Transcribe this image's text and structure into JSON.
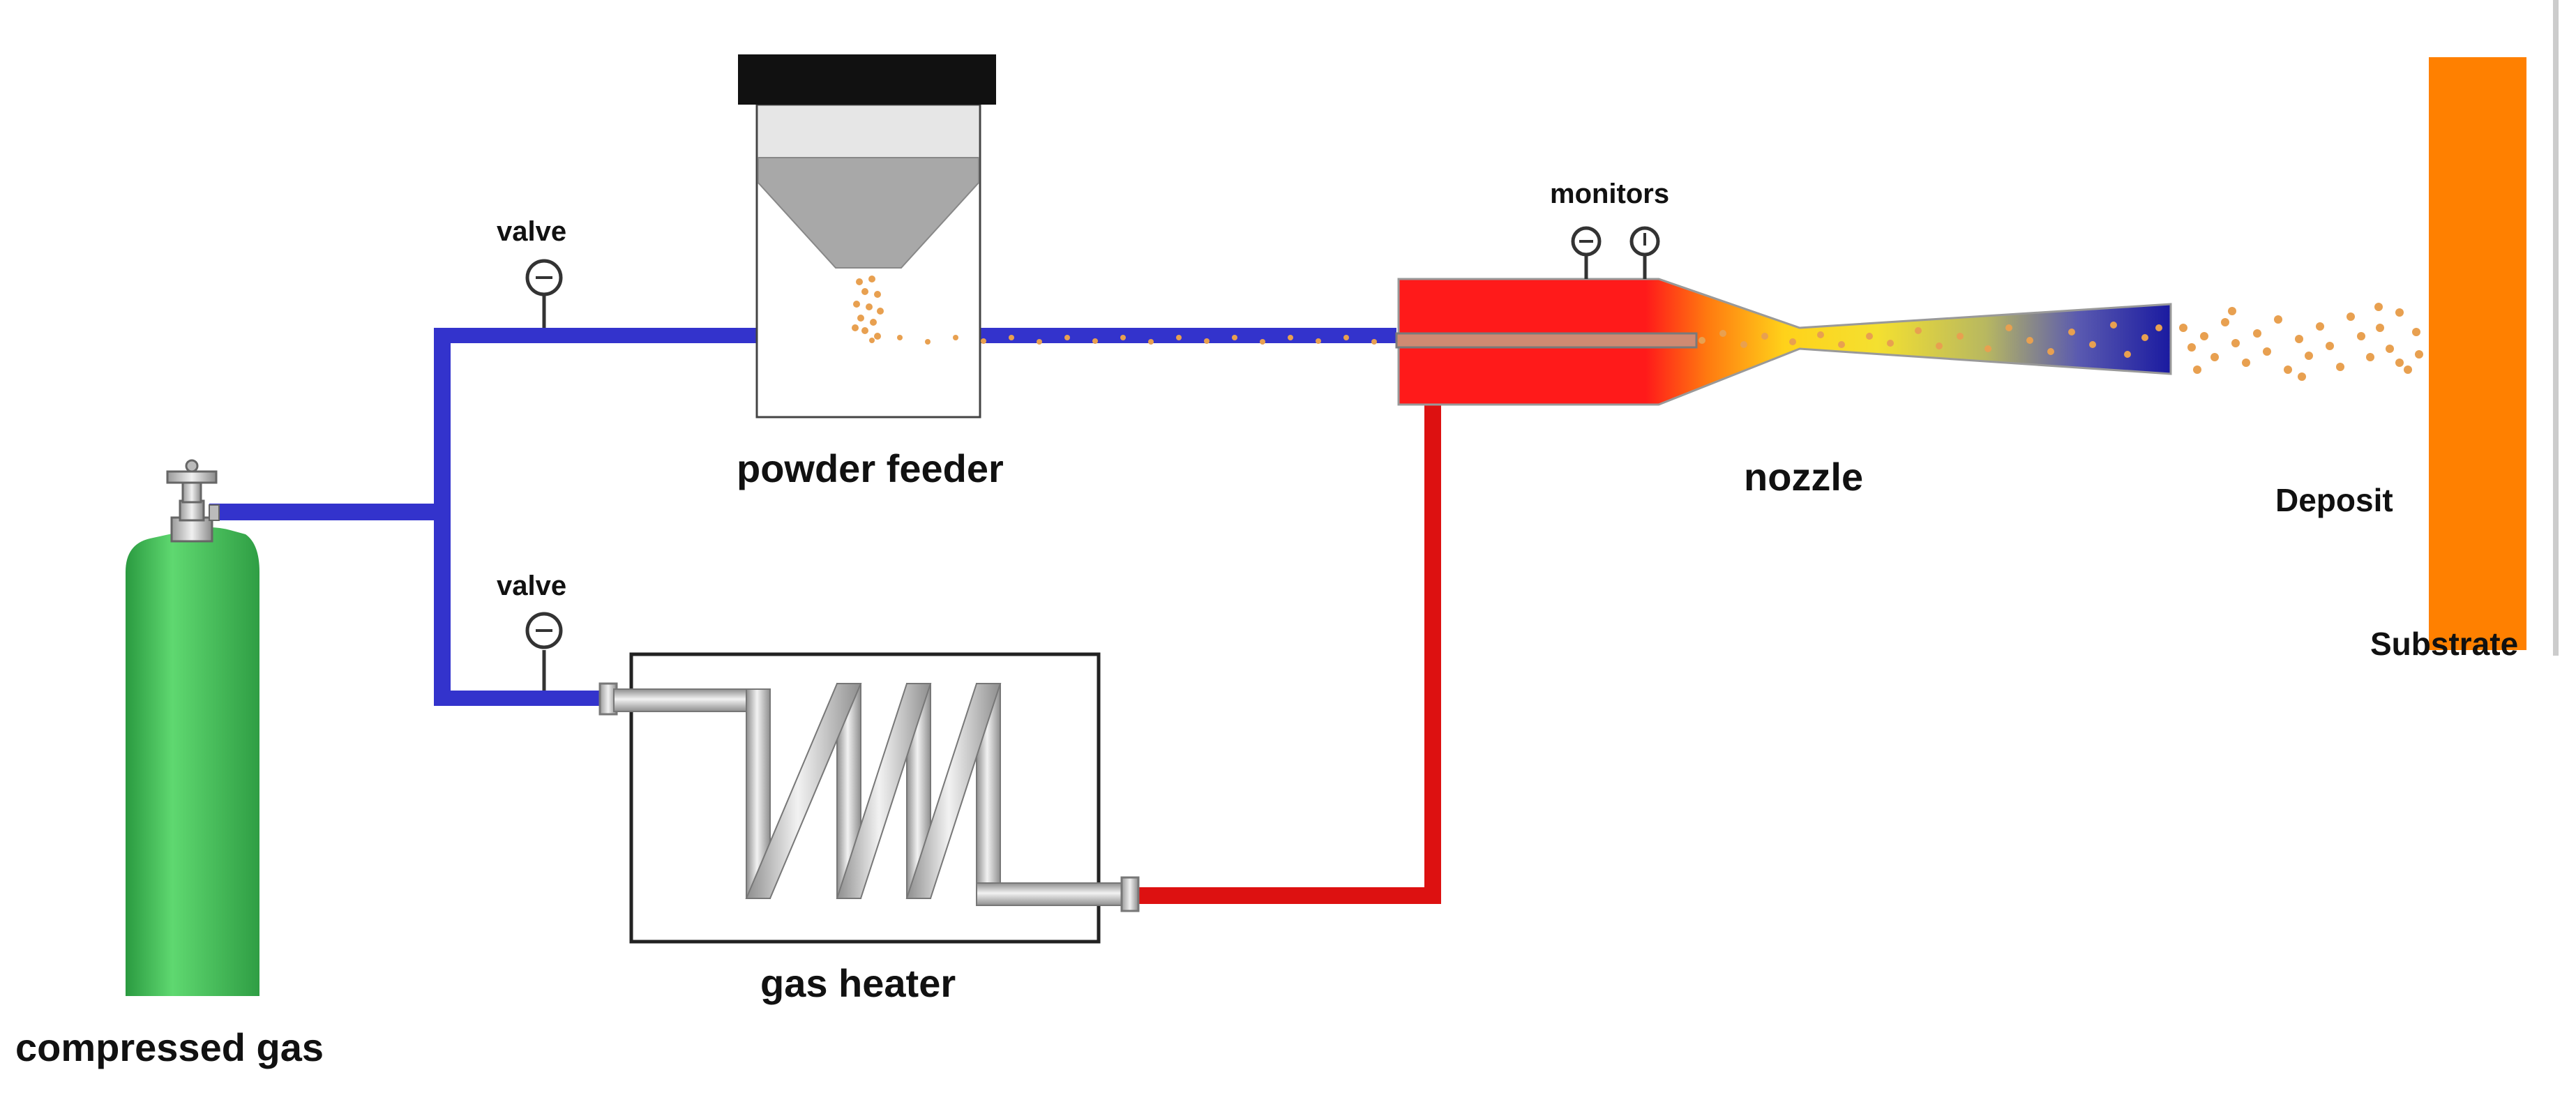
{
  "labels": {
    "valve_top": "valve",
    "valve_bottom": "valve",
    "monitors": "monitors",
    "powder_feeder": "powder feeder",
    "nozzle": "nozzle",
    "deposit": "Deposit",
    "substrate": "Substrate",
    "gas_heater": "gas heater",
    "compressed_gas": "compressed gas"
  },
  "colors": {
    "cold_gas_line": "#3333cc",
    "hot_gas_line": "#dd1111",
    "gas_cylinder": "#3dba55",
    "substrate": "#ff8000",
    "powder_particles": "#e8a050",
    "nozzle_chamber": "#ff1a1a",
    "nozzle_throat": "#ffd21a",
    "nozzle_exit": "#1a1aa0",
    "hopper": "#a8a8a8",
    "feeder_lid": "#111111"
  }
}
